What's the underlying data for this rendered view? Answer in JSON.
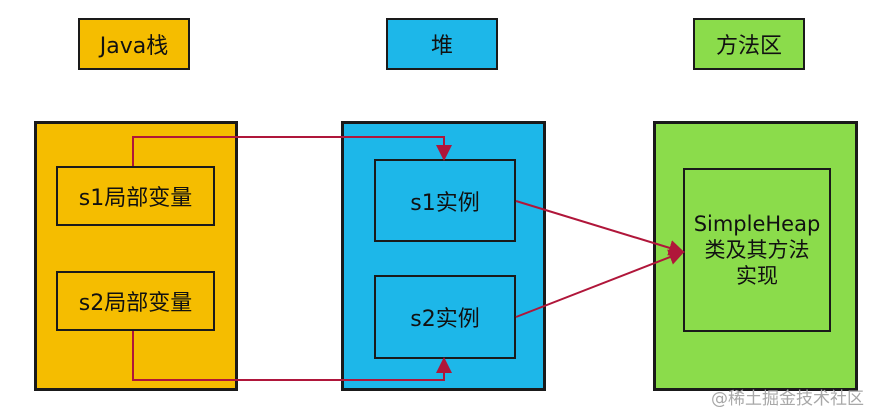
{
  "headers": {
    "java_stack": "Java栈",
    "heap": "堆",
    "method_area": "方法区"
  },
  "java_stack": {
    "items": [
      "s1局部变量",
      "s2局部变量"
    ]
  },
  "heap": {
    "items": [
      "s1实例",
      "s2实例"
    ]
  },
  "method_area": {
    "lines": [
      "SimpleHeap",
      "类及其方法",
      "实现"
    ]
  },
  "watermark": "@稀土掘金技术社区",
  "colors": {
    "java_stack": "#f5bd00",
    "heap": "#1db7e9",
    "method_area": "#8bdc4b",
    "arrow": "#b0163a",
    "border": "#1a1a1a"
  }
}
